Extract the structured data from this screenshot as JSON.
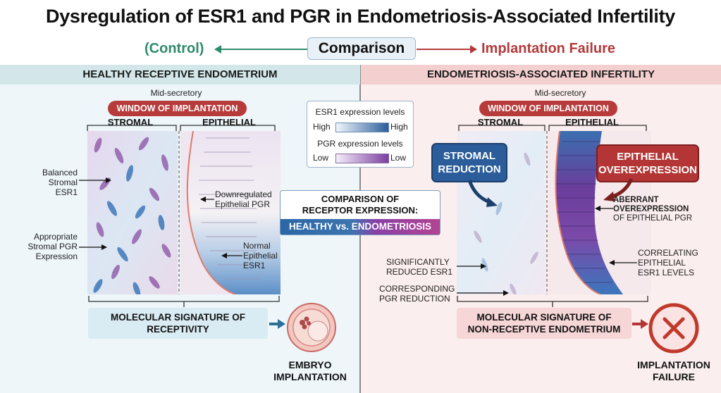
{
  "title": "Dysregulation of ESR1 and PGR in Endometriosis-Associated Infertility",
  "comparison": {
    "left": "(Control)",
    "center": "Comparison",
    "right": "Implantation Failure"
  },
  "left_panel": {
    "header": "HEALTHY RECEPTIVE ENDOMETRIUM",
    "phase": "Mid-secretory",
    "window": "WINDOW OF IMPLANTATION",
    "col_stromal": "STROMAL",
    "col_epithelial": "EPITHELIAL",
    "labels": {
      "balanced_1": "Balanced",
      "balanced_2": "Stromal",
      "balanced_3": "ESR1",
      "approp_1": "Appropriate",
      "approp_2": "Stromal PGR",
      "approp_3": "Expression",
      "down_1": "Downregulated",
      "down_2": "Epithelial PGR",
      "normal_1": "Normal",
      "normal_2": "Epithelial",
      "normal_3": "ESR1"
    },
    "signature_1": "MOLECULAR SIGNATURE OF",
    "signature_2": "RECEPTIVITY",
    "outcome_1": "EMBRYO",
    "outcome_2": "IMPLANTATION"
  },
  "legend": {
    "esr1_title": "ESR1 expression levels",
    "esr1_low": "High",
    "esr1_high": "High",
    "pgr_title": "PGR expression levels",
    "pgr_low": "Low",
    "pgr_high": "Low"
  },
  "center_box": {
    "line1": "COMPARISON OF",
    "line2": "RECEPTOR EXPRESSION:",
    "healthy": "HEALTHY vs. ",
    "endo": "ENDOMETRIOSIS"
  },
  "right_panel": {
    "header": "ENDOMETRIOSIS-ASSOCIATED INFERTILITY",
    "phase": "Mid-secretory",
    "window": "WINDOW OF IMPLANTATION",
    "col_stromal": "STROMAL",
    "col_epithelial": "EPITHELIAL",
    "callout_blue_1": "STROMAL",
    "callout_blue_2": "REDUCTION",
    "callout_red_1": "EPITHELIAL",
    "callout_red_2": "OVEREXPRESSION",
    "labels": {
      "aberrant_1": "ABERRANT",
      "aberrant_2": "OVEREXPRESSION",
      "aberrant_3": "OF EPITHELIAL PGR",
      "reduced_1": "SIGNIFICANTLY",
      "reduced_2": "REDUCED ESR1",
      "corr_pgr_1": "CORRESPONDING",
      "corr_pgr_2": "PGR REDUCTION",
      "corr_esr_1": "CORRELATING",
      "corr_esr_2": "EPITHELIAL",
      "corr_esr_3": "ESR1 LEVELS"
    },
    "signature_1": "MOLECULAR SIGNATURE OF",
    "signature_2": "NON-RECEPTIVE ENDOMETRIUM",
    "outcome_1": "IMPLANTATION",
    "outcome_2": "FAILURE"
  },
  "colors": {
    "control_green": "#2e8b6a",
    "failure_red": "#b33a3a",
    "esr1_blue": "#2a5d9a",
    "pgr_purple": "#7b3fa0"
  }
}
